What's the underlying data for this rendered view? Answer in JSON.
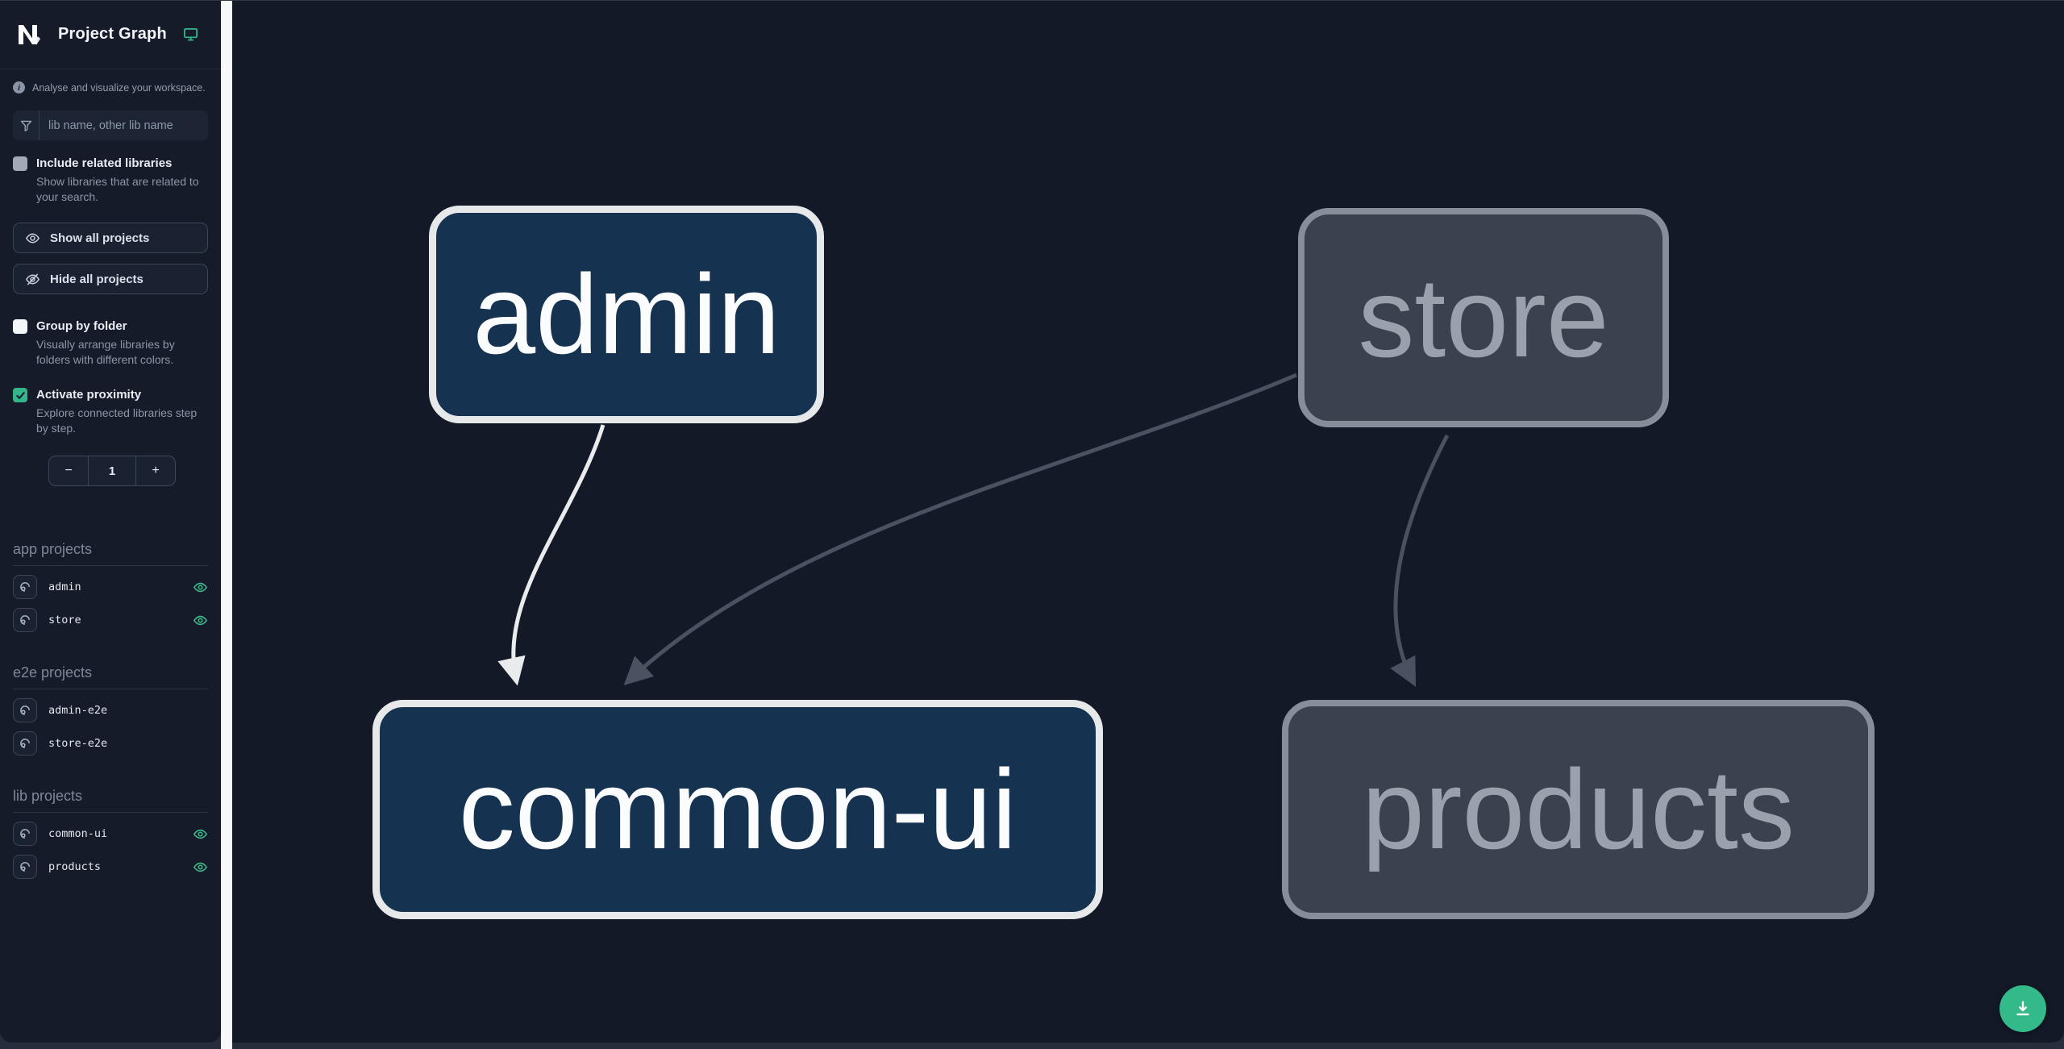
{
  "app": {
    "title": "Project Graph"
  },
  "sidebar": {
    "tagline": "Analyse and visualize your workspace.",
    "search_placeholder": "lib name, other lib name",
    "options": {
      "include_related": {
        "label": "Include related libraries",
        "description": "Show libraries that are related to your search.",
        "checked": false
      },
      "group_by_folder": {
        "label": "Group by folder",
        "description": "Visually arrange libraries by folders with different colors.",
        "checked": false
      },
      "activate_proximity": {
        "label": "Activate proximity",
        "description": "Explore connected libraries step by step.",
        "checked": true
      }
    },
    "actions": {
      "show_all": "Show all projects",
      "hide_all": "Hide all projects"
    },
    "proximity_stepper": {
      "decrement": "−",
      "value": "1",
      "increment": "+"
    },
    "sections": [
      {
        "label": "app projects",
        "items": [
          {
            "name": "admin",
            "visible": true
          },
          {
            "name": "store",
            "visible": true
          }
        ]
      },
      {
        "label": "e2e projects",
        "items": [
          {
            "name": "admin-e2e",
            "visible": false
          },
          {
            "name": "store-e2e",
            "visible": false
          }
        ]
      },
      {
        "label": "lib projects",
        "items": [
          {
            "name": "common-ui",
            "visible": true
          },
          {
            "name": "products",
            "visible": true
          }
        ]
      }
    ]
  },
  "graph": {
    "nodes": [
      {
        "id": "admin",
        "label": "admin",
        "emphasis": "highlighted"
      },
      {
        "id": "store",
        "label": "store",
        "emphasis": "faded"
      },
      {
        "id": "common-ui",
        "label": "common-ui",
        "emphasis": "highlighted"
      },
      {
        "id": "products",
        "label": "products",
        "emphasis": "faded"
      }
    ],
    "edges": [
      {
        "source": "admin",
        "target": "common-ui",
        "emphasis": "highlighted"
      },
      {
        "source": "store",
        "target": "common-ui",
        "emphasis": "faded"
      },
      {
        "source": "store",
        "target": "products",
        "emphasis": "faded"
      }
    ]
  },
  "colors": {
    "accent": "#34b98a",
    "node_highlight_fill": "#153250",
    "node_highlight_border": "#e6e8ea",
    "node_faded_fill": "#3a414f",
    "node_faded_border": "#878e99",
    "edge_highlight": "#e9ebec",
    "edge_faded": "#4a5161",
    "sidebar_bg": "#151b29",
    "canvas_bg": "#131927"
  }
}
